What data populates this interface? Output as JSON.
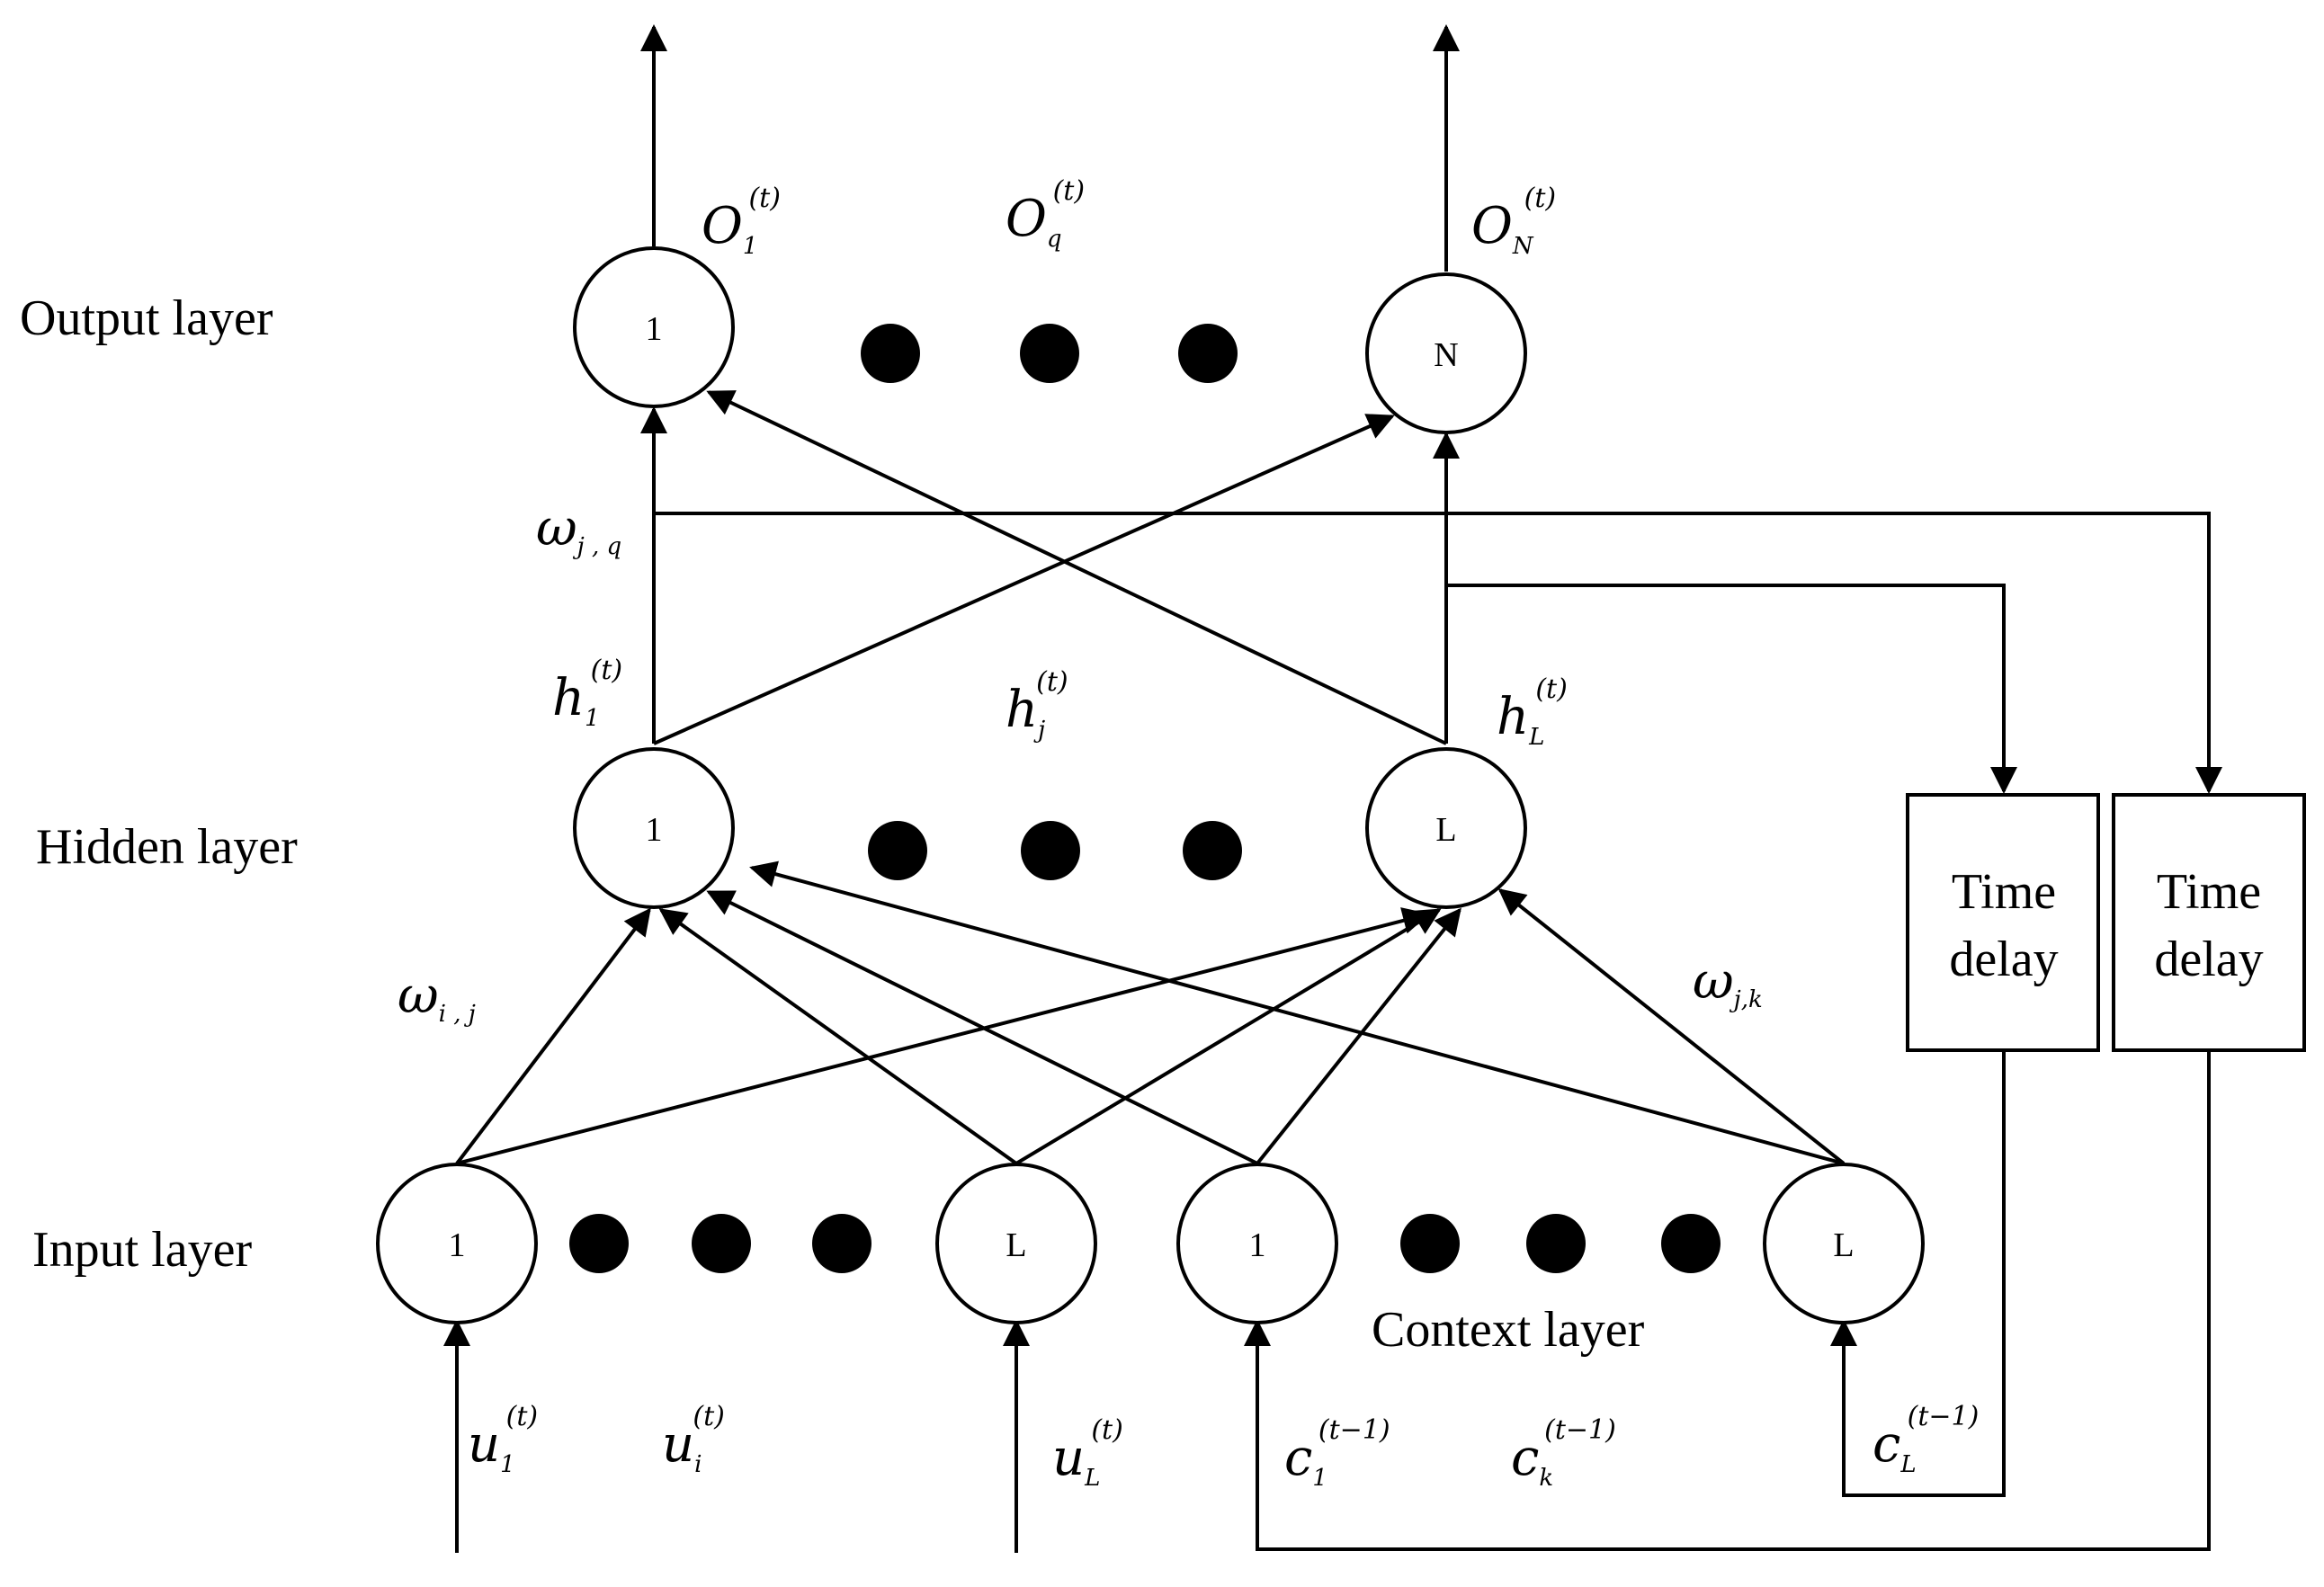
{
  "layers": {
    "output": "Output layer",
    "hidden": "Hidden layer",
    "input": "Input layer",
    "context": "Context layer"
  },
  "nodes": {
    "output_1": "1",
    "output_n": "N",
    "hidden_1": "1",
    "hidden_l": "L",
    "input_1": "1",
    "input_l": "L",
    "context_1": "1",
    "context_l": "L"
  },
  "time_delay": [
    "Time",
    "delay"
  ],
  "symbols": {
    "o_1": {
      "base": "O",
      "sub": "1",
      "sup": "(t)"
    },
    "o_q": {
      "base": "O",
      "sub": "q",
      "sup": "(t)"
    },
    "o_n": {
      "base": "O",
      "sub": "N",
      "sup": "(t)"
    },
    "w_jq": {
      "base": "ω",
      "sub": "j , q"
    },
    "h_1": {
      "base": "h",
      "sub": "1",
      "sup": "(t)"
    },
    "h_j": {
      "base": "h",
      "sub": "j",
      "sup": "(t)"
    },
    "h_l": {
      "base": "h",
      "sub": "L",
      "sup": "(t)"
    },
    "w_ij": {
      "base": "ω",
      "sub": "i , j"
    },
    "w_jk": {
      "base": "ω",
      "sub": "j,k"
    },
    "u_1": {
      "base": "u",
      "sub": "1",
      "sup": "(t)"
    },
    "u_i": {
      "base": "u",
      "sub": "i",
      "sup": "(t)"
    },
    "u_l": {
      "base": "u",
      "sub": "L",
      "sup": "(t)"
    },
    "c_1": {
      "base": "c",
      "sub": "1",
      "sup": "(t−1)"
    },
    "c_k": {
      "base": "c",
      "sub": "k",
      "sup": "(t−1)"
    },
    "c_l": {
      "base": "c",
      "sub": "L",
      "sup": "(t−1)"
    }
  }
}
